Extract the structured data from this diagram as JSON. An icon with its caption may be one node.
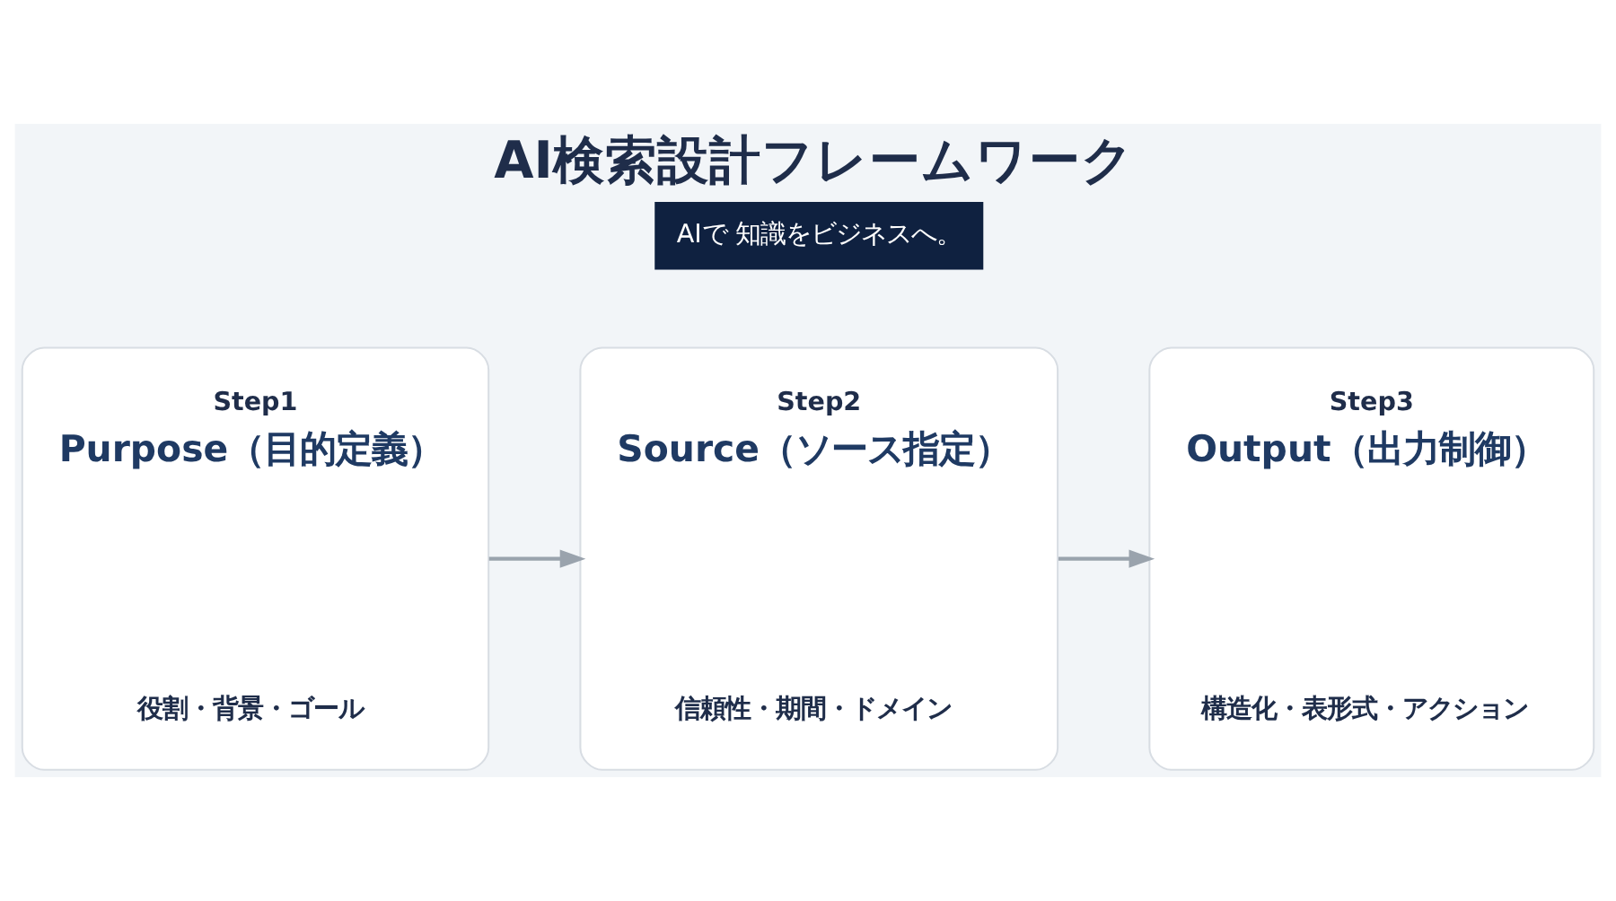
{
  "diagram": {
    "title": "AI検索設計フレームワーク",
    "nodes": [
      {
        "text": [
          "Step1",
          "Purpose（目的定義）",
          "役割・背景・ゴール"
        ]
      },
      {
        "text": [
          "Step2",
          "Source（ソース指定）",
          "信頼性・期間・ドメイン"
        ]
      },
      {
        "text": [
          "Step3",
          "Output（出力制御）",
          "構造化・表形式・アクション"
        ]
      }
    ],
    "edges": [
      {
        "from": 0,
        "to": 1,
        "arrow": "to"
      },
      {
        "from": 1,
        "to": 2,
        "arrow": "to"
      }
    ],
    "labels": [
      "AIで 知識をビジネスへ。"
    ]
  }
}
